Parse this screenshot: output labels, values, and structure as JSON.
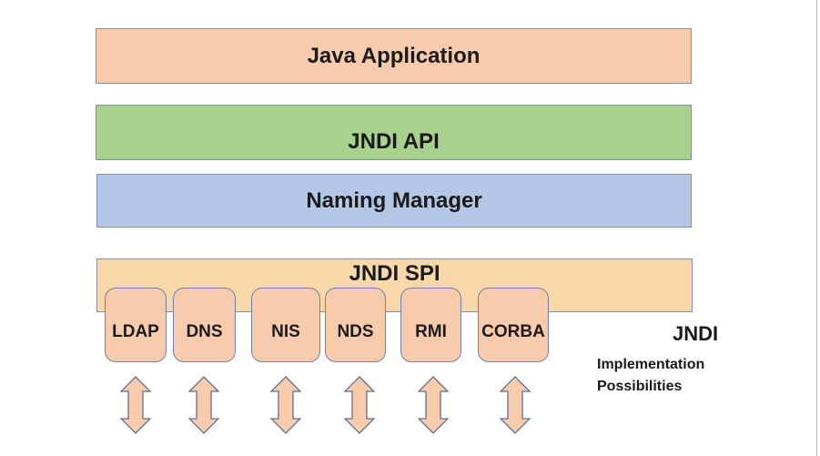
{
  "layers": {
    "app": "Java Application",
    "api": "JNDI API",
    "naming": "Naming Manager",
    "spi": "JNDI SPI"
  },
  "implementations": [
    "LDAP",
    "DNS",
    "NIS",
    "NDS",
    "RMI",
    "CORBA"
  ],
  "legend": {
    "title": "JNDI",
    "line1": "Implementation",
    "line2": "Possibilities"
  },
  "colors": {
    "app": "#f8cbad",
    "api": "#a9d18e",
    "naming": "#b4c7e7",
    "spi": "#f8d8a8",
    "impl": "#f8cbad",
    "arrow": "#f8cbad"
  }
}
